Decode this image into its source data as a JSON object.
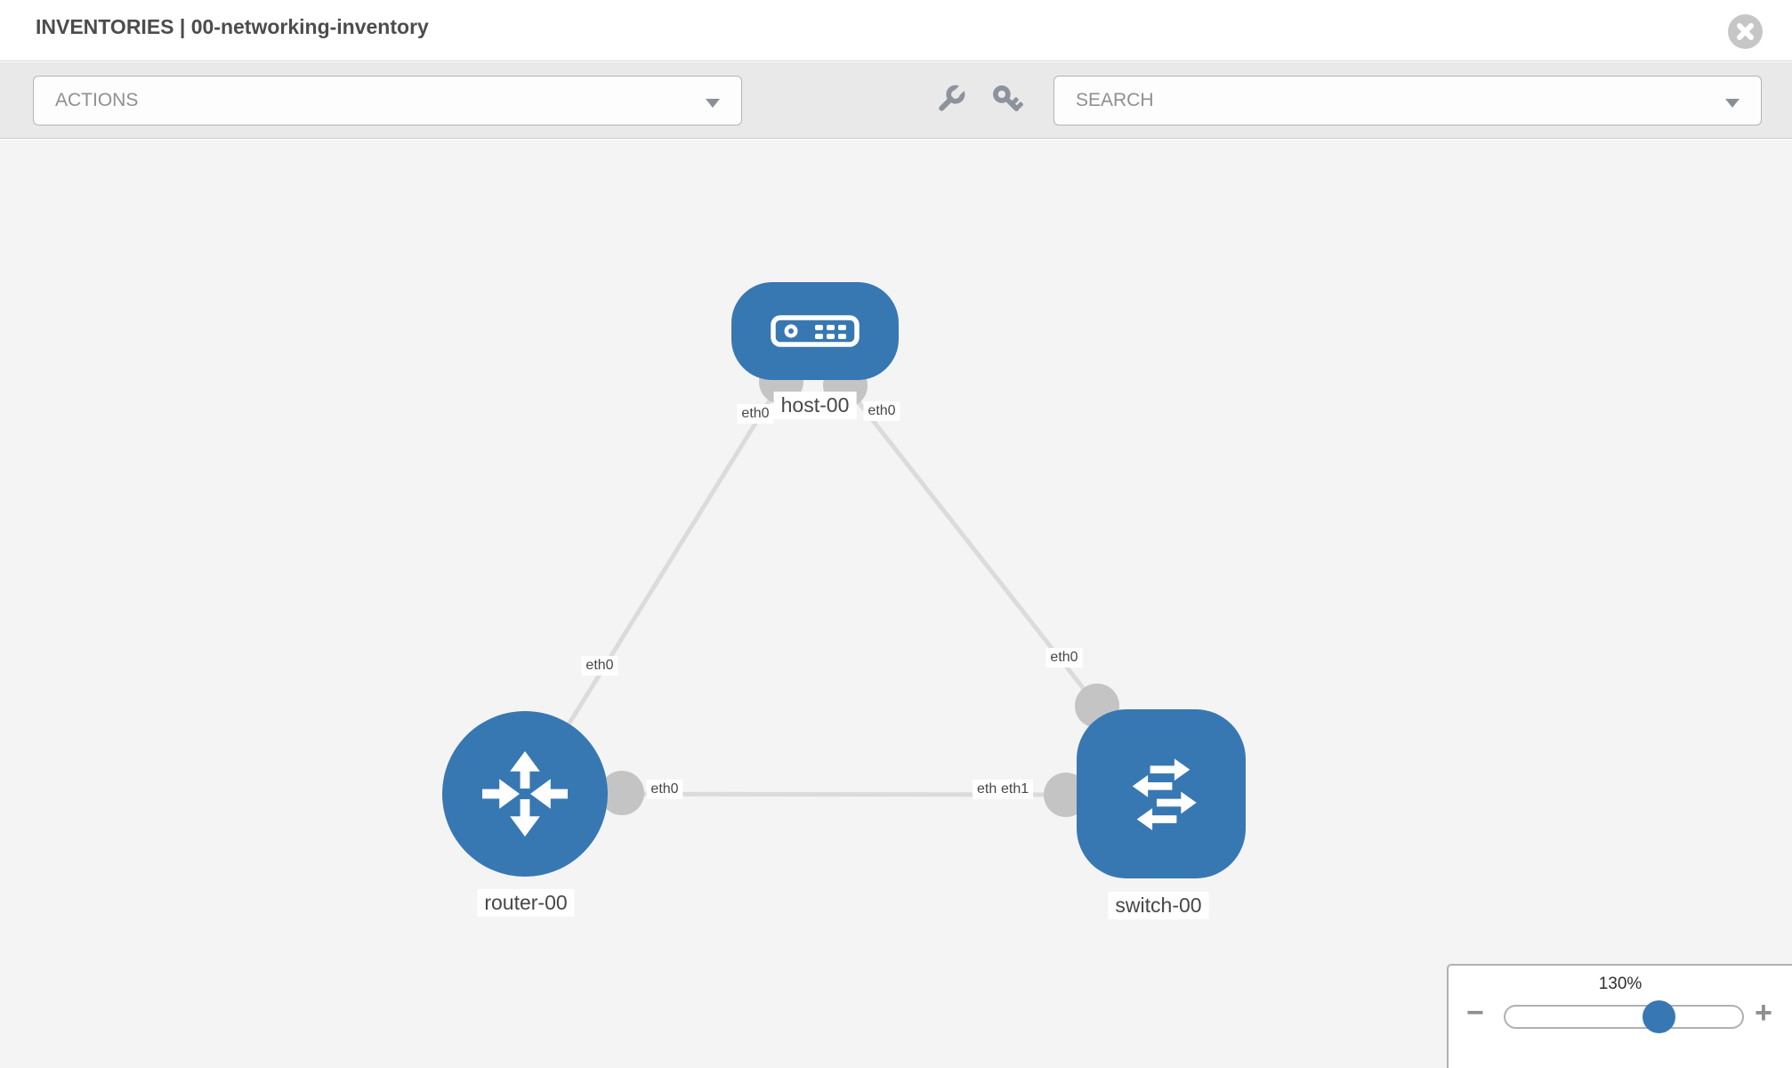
{
  "header": {
    "title": "INVENTORIES | 00-networking-inventory"
  },
  "toolbar": {
    "actions_label": "ACTIONS",
    "search_label": "SEARCH"
  },
  "topology": {
    "nodes": [
      {
        "label": "host-00",
        "type": "host"
      },
      {
        "label": "router-00",
        "type": "router"
      },
      {
        "label": "switch-00",
        "type": "switch"
      }
    ],
    "links": [
      {
        "from": "router-00",
        "to": "host-00",
        "from_iface": "eth0",
        "to_iface": "eth0"
      },
      {
        "from": "switch-00",
        "to": "host-00",
        "from_iface": "eth0",
        "to_iface": "eth0"
      },
      {
        "from": "router-00",
        "to": "switch-00",
        "from_iface": "eth0",
        "to_iface": "eth1"
      }
    ],
    "iface_labels": {
      "host_left": "eth0",
      "host_right": "eth0",
      "link_router_host": "eth0",
      "link_switch_host": "eth0",
      "mid_router_end": "eth0",
      "mid_switch_end_under": "eth0",
      "mid_switch_end_over": "eth1"
    }
  },
  "zoom_control": {
    "level": "130%",
    "minus_label": "−",
    "plus_label": "+"
  },
  "colors": {
    "node_blue": "#3778b3",
    "port_gray": "#c4c4c4",
    "link_gray": "#dbdbdb",
    "canvas_bg": "#f4f4f4",
    "toolbar_bg": "#e9e9e9"
  }
}
